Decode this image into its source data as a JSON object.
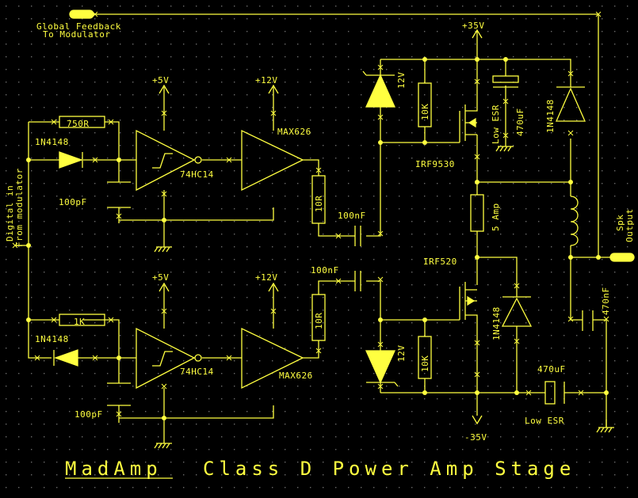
{
  "title": {
    "brand": "MadAmp",
    "rest": "Class D Power Amp Stage"
  },
  "labels": {
    "feedback1": "Global Feedback",
    "feedback2": "To Modulator",
    "input1": "Digital in",
    "input2": "From modulator",
    "spk1": "Spk",
    "spk2": "Output",
    "r750": "750R",
    "r1k": "1K",
    "d_top": "1N4148",
    "d_bot": "1N4148",
    "c_top": "100pF",
    "c_bot": "100pF",
    "v5_top": "+5V",
    "v5_bot": "+5V",
    "v12_top": "+12V",
    "v12_bot": "+12V",
    "hc_top": "74HC14",
    "hc_bot": "74HC14",
    "max_top": "MAX626",
    "max_bot": "MAX626",
    "r10_top": "10R",
    "r10_bot": "10R",
    "c100n_top": "100nF",
    "c100n_bot": "100nF",
    "v35p": "+35V",
    "v35n": "-35V",
    "z12_top": "12V",
    "z12_bot": "12V",
    "r10k_top": "10K",
    "r10k_bot": "10K",
    "fet_top": "IRF9530",
    "fet_bot": "IRF520",
    "fuse": "5 Amp",
    "lowesr_v": "Low ESR",
    "c470u_v": "470uF",
    "d_hs": "1N4148",
    "d_ls": "1N4148",
    "c470n": "470nF",
    "c470u_h": "470uF",
    "lowesr_h": "Low ESR"
  }
}
